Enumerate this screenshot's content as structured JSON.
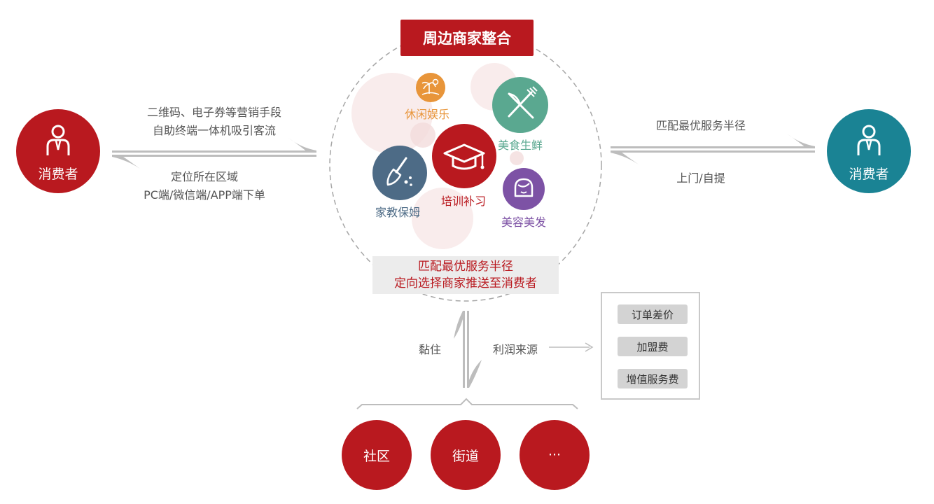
{
  "title": "周边商家整合",
  "consumer_left": {
    "label": "消费者",
    "color": "#b9191f"
  },
  "consumer_right": {
    "label": "消费者",
    "color": "#1a8394"
  },
  "left_top_text": [
    "二维码、电子券等营销手段",
    "自助终端一体机吸引客流"
  ],
  "left_bottom_text": [
    "定位所在区域",
    "PC端/微信端/APP端下单"
  ],
  "right_top_text": "匹配最优服务半径",
  "right_bottom_text": "上门/自提",
  "categories": [
    {
      "label": "休闲娱乐",
      "color": "#e8953a",
      "icon": "palm-beach-icon"
    },
    {
      "label": "美食生鲜",
      "color": "#5aa890",
      "icon": "fork-knife-icon"
    },
    {
      "label": "培训补习",
      "color": "#b9191f",
      "icon": "graduation-cap-icon"
    },
    {
      "label": "家教保姆",
      "color": "#4d6b86",
      "icon": "broom-icon"
    },
    {
      "label": "美容美发",
      "color": "#7d52a5",
      "icon": "woman-face-icon"
    }
  ],
  "match_box": [
    "匹配最优服务半径",
    "定向选择商家推送至消费者"
  ],
  "sticky_label": "黏住",
  "profit_label": "利润来源",
  "profit_items": [
    "订单差价",
    "加盟费",
    "增值服务费"
  ],
  "nodes": [
    "社区",
    "街道",
    "···"
  ]
}
